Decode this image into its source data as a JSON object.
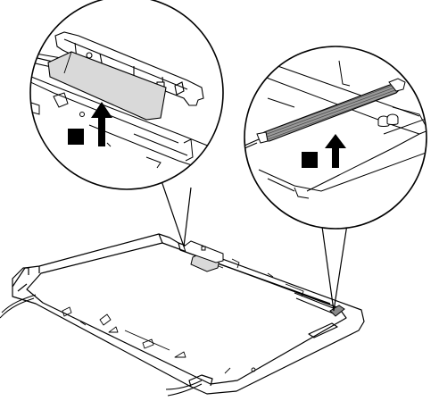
{
  "figure": {
    "subject": "lcd-rear-cover-antenna-removal",
    "callouts": [
      {
        "id": "left-detail",
        "step_marker": "square",
        "direction": "up"
      },
      {
        "id": "right-detail",
        "step_marker": "square",
        "direction": "up"
      }
    ],
    "colors": {
      "line": "#000000",
      "fill": "#ffffff",
      "tape": "#d9d9d9",
      "antenna": "#8a8a8a"
    }
  }
}
